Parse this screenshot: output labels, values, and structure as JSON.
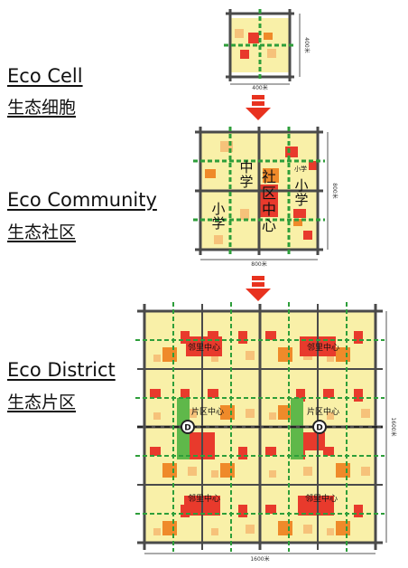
{
  "levels": [
    {
      "name_en": "Eco Cell",
      "name_zh": "生态细胞",
      "dim_bottom": "400米",
      "dim_side": "400米"
    },
    {
      "name_en": "Eco Community",
      "name_zh": "生态社区",
      "dim_bottom": "800米",
      "dim_side": "800米",
      "labels": [
        "中学",
        "社区中心",
        "小学",
        "小学",
        "小学"
      ]
    },
    {
      "name_en": "Eco District",
      "name_zh": "生态片区",
      "dim_bottom": "1600米",
      "dim_side": "1600米",
      "labels": [
        "邻里中心",
        "片区中心",
        "D"
      ]
    }
  ],
  "colors": {
    "cell_fill": "#f9f0a8",
    "road": "#4a4a4a",
    "green_corridor": "#2e9e3a",
    "core_red": "#e83a2c",
    "core_orange": "#ef8a2a",
    "pale_orange": "#f6c27a",
    "arrow": "#e8321f"
  },
  "icons": [
    "down-arrow-icon"
  ]
}
